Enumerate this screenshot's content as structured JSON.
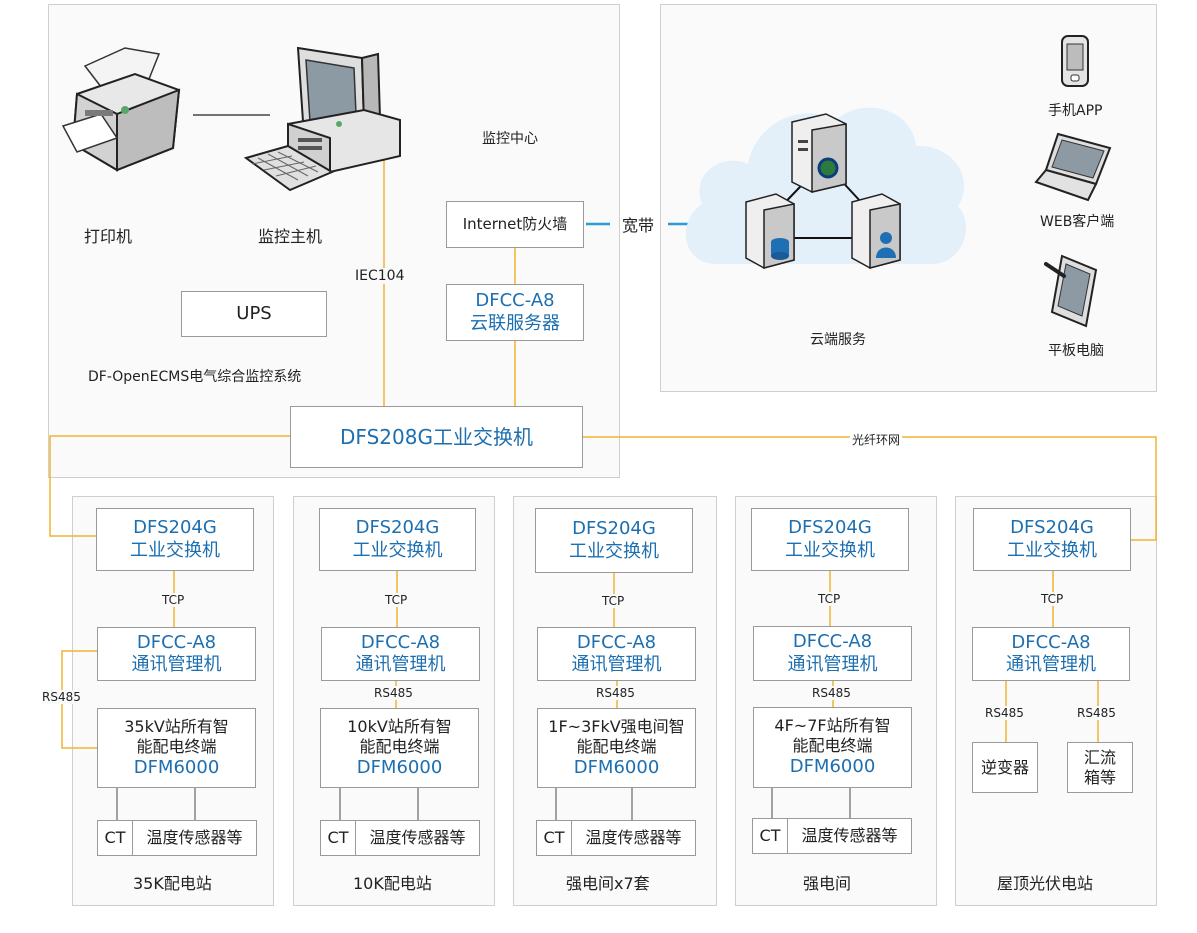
{
  "monitor_center": {
    "printer_label": "打印机",
    "host_label": "监控主机",
    "ups_label": "UPS",
    "iec_label": "IEC104",
    "center_label": "监控中心",
    "system_label": "DF-OpenECMS电气综合监控系统",
    "firewall_label": "Internet防火墙",
    "cloud_server": {
      "line1": "DFCC-A8",
      "line2": "云联服务器"
    },
    "core_switch": "DFS208G工业交换机"
  },
  "cloud": {
    "broadband_label": "宽带",
    "service_label": "云端服务",
    "clients": [
      {
        "label": "手机APP",
        "icon": "mobile-phone-icon"
      },
      {
        "label": "WEB客户端",
        "icon": "laptop-icon"
      },
      {
        "label": "平板电脑",
        "icon": "tablet-icon"
      }
    ]
  },
  "ring_label": "光纤环网",
  "stations": [
    {
      "switch_l1": "DFS204G",
      "switch_l2": "工业交换机",
      "tcp": "TCP",
      "mgr_l1": "DFCC-A8",
      "mgr_l2": "通讯管理机",
      "rs485": "RS485",
      "term_l1": "35kV站所有智",
      "term_l2": "能配电终端",
      "term_l3": "DFM6000",
      "ct": "CT",
      "sensor": "温度传感器等",
      "name": "35K配电站"
    },
    {
      "switch_l1": "DFS204G",
      "switch_l2": "工业交换机",
      "tcp": "TCP",
      "mgr_l1": "DFCC-A8",
      "mgr_l2": "通讯管理机",
      "rs485": "RS485",
      "term_l1": "10kV站所有智",
      "term_l2": "能配电终端",
      "term_l3": "DFM6000",
      "ct": "CT",
      "sensor": "温度传感器等",
      "name": "10K配电站"
    },
    {
      "switch_l1": "DFS204G",
      "switch_l2": "工业交换机",
      "tcp": "TCP",
      "mgr_l1": "DFCC-A8",
      "mgr_l2": "通讯管理机",
      "rs485": "RS485",
      "term_l1": "1F~3FkV强电间智",
      "term_l2": "能配电终端",
      "term_l3": "DFM6000",
      "ct": "CT",
      "sensor": "温度传感器等",
      "name": "强电间x7套"
    },
    {
      "switch_l1": "DFS204G",
      "switch_l2": "工业交换机",
      "tcp": "TCP",
      "mgr_l1": "DFCC-A8",
      "mgr_l2": "通讯管理机",
      "rs485": "RS485",
      "term_l1": "4F~7F站所有智",
      "term_l2": "能配电终端",
      "term_l3": "DFM6000",
      "ct": "CT",
      "sensor": "温度传感器等",
      "name": "强电间"
    }
  ],
  "pv_station": {
    "switch_l1": "DFS204G",
    "switch_l2": "工业交换机",
    "tcp": "TCP",
    "mgr_l1": "DFCC-A8",
    "mgr_l2": "通讯管理机",
    "rs485_left": "RS485",
    "rs485_right": "RS485",
    "inverter": "逆变器",
    "combiner_l1": "汇流",
    "combiner_l2": "箱等",
    "name": "屋顶光伏电站"
  },
  "colors": {
    "line": "#f2b431",
    "blue_line": "#2a9ad8",
    "accent_text": "#1d6fb0"
  }
}
